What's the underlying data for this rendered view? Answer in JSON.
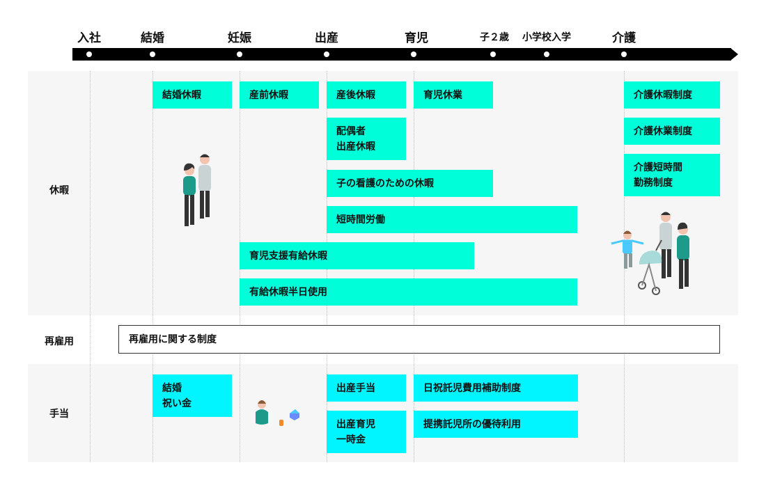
{
  "timeline": {
    "stages": [
      "入社",
      "結婚",
      "妊娠",
      "出産",
      "育児",
      "子２歳",
      "小学校入学",
      "介護"
    ]
  },
  "rows": {
    "leave": "休暇",
    "rehire": "再雇用",
    "allowance": "手当"
  },
  "leave_items": {
    "marriage_leave": "結婚休暇",
    "prenatal_leave": "産前休暇",
    "postnatal_leave": "産後休暇",
    "childcare_leave": "育児休業",
    "spouse_birth_leave_1": "配偶者",
    "spouse_birth_leave_2": "出産休暇",
    "child_nursing_leave": "子の看護のための休暇",
    "short_time_work": "短時間労働",
    "childcare_paid_leave": "育児支援有給休暇",
    "half_day_paid_leave": "有給休暇半日使用",
    "care_leave_system": "介護休暇制度",
    "care_absence_system": "介護休業制度",
    "care_short_hours_1": "介護短時間",
    "care_short_hours_2": "勤務制度"
  },
  "rehire_items": {
    "rehire_system": "再雇用に関する制度"
  },
  "allowance_items": {
    "marriage_gift_1": "結婚",
    "marriage_gift_2": "祝い金",
    "maternity_allowance": "出産手当",
    "childbirth_lump_sum_1": "出産育児",
    "childbirth_lump_sum_2": "一時金",
    "holiday_childcare_subsidy": "日祝託児費用補助制度",
    "partner_nursery": "提携託児所の優待利用"
  },
  "colors": {
    "leave": "#00ffd9",
    "allowance": "#00f5ff",
    "timeline": "#000000",
    "section_bg": "#f6f6f6"
  }
}
